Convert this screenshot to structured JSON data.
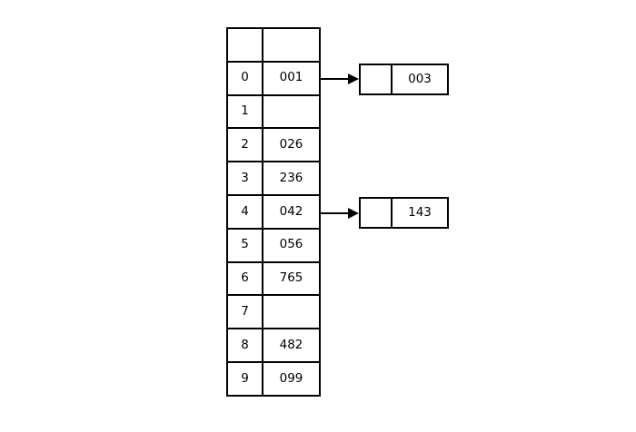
{
  "diagram": {
    "type": "hash-table-with-separate-chaining",
    "background_color": "#ffffff",
    "line_color": "#000000"
  },
  "hash_table": {
    "name": "hash-table",
    "header_row": {
      "index": "",
      "value": ""
    },
    "rows": [
      {
        "index": "0",
        "value": "001"
      },
      {
        "index": "1",
        "value": ""
      },
      {
        "index": "2",
        "value": "026"
      },
      {
        "index": "3",
        "value": "236"
      },
      {
        "index": "4",
        "value": "042"
      },
      {
        "index": "5",
        "value": "056"
      },
      {
        "index": "6",
        "value": "765"
      },
      {
        "index": "7",
        "value": ""
      },
      {
        "index": "8",
        "value": "482"
      },
      {
        "index": "9",
        "value": "099"
      }
    ]
  },
  "chain_nodes": [
    {
      "name": "chain-node-0",
      "from_index": "0",
      "pointer": "",
      "value": "003"
    },
    {
      "name": "chain-node-4",
      "from_index": "4",
      "pointer": "",
      "value": "143"
    }
  ],
  "arrows": [
    {
      "name": "arrow-from-slot-0",
      "from": "0",
      "to": "003"
    },
    {
      "name": "arrow-from-slot-4",
      "from": "4",
      "to": "143"
    }
  ]
}
